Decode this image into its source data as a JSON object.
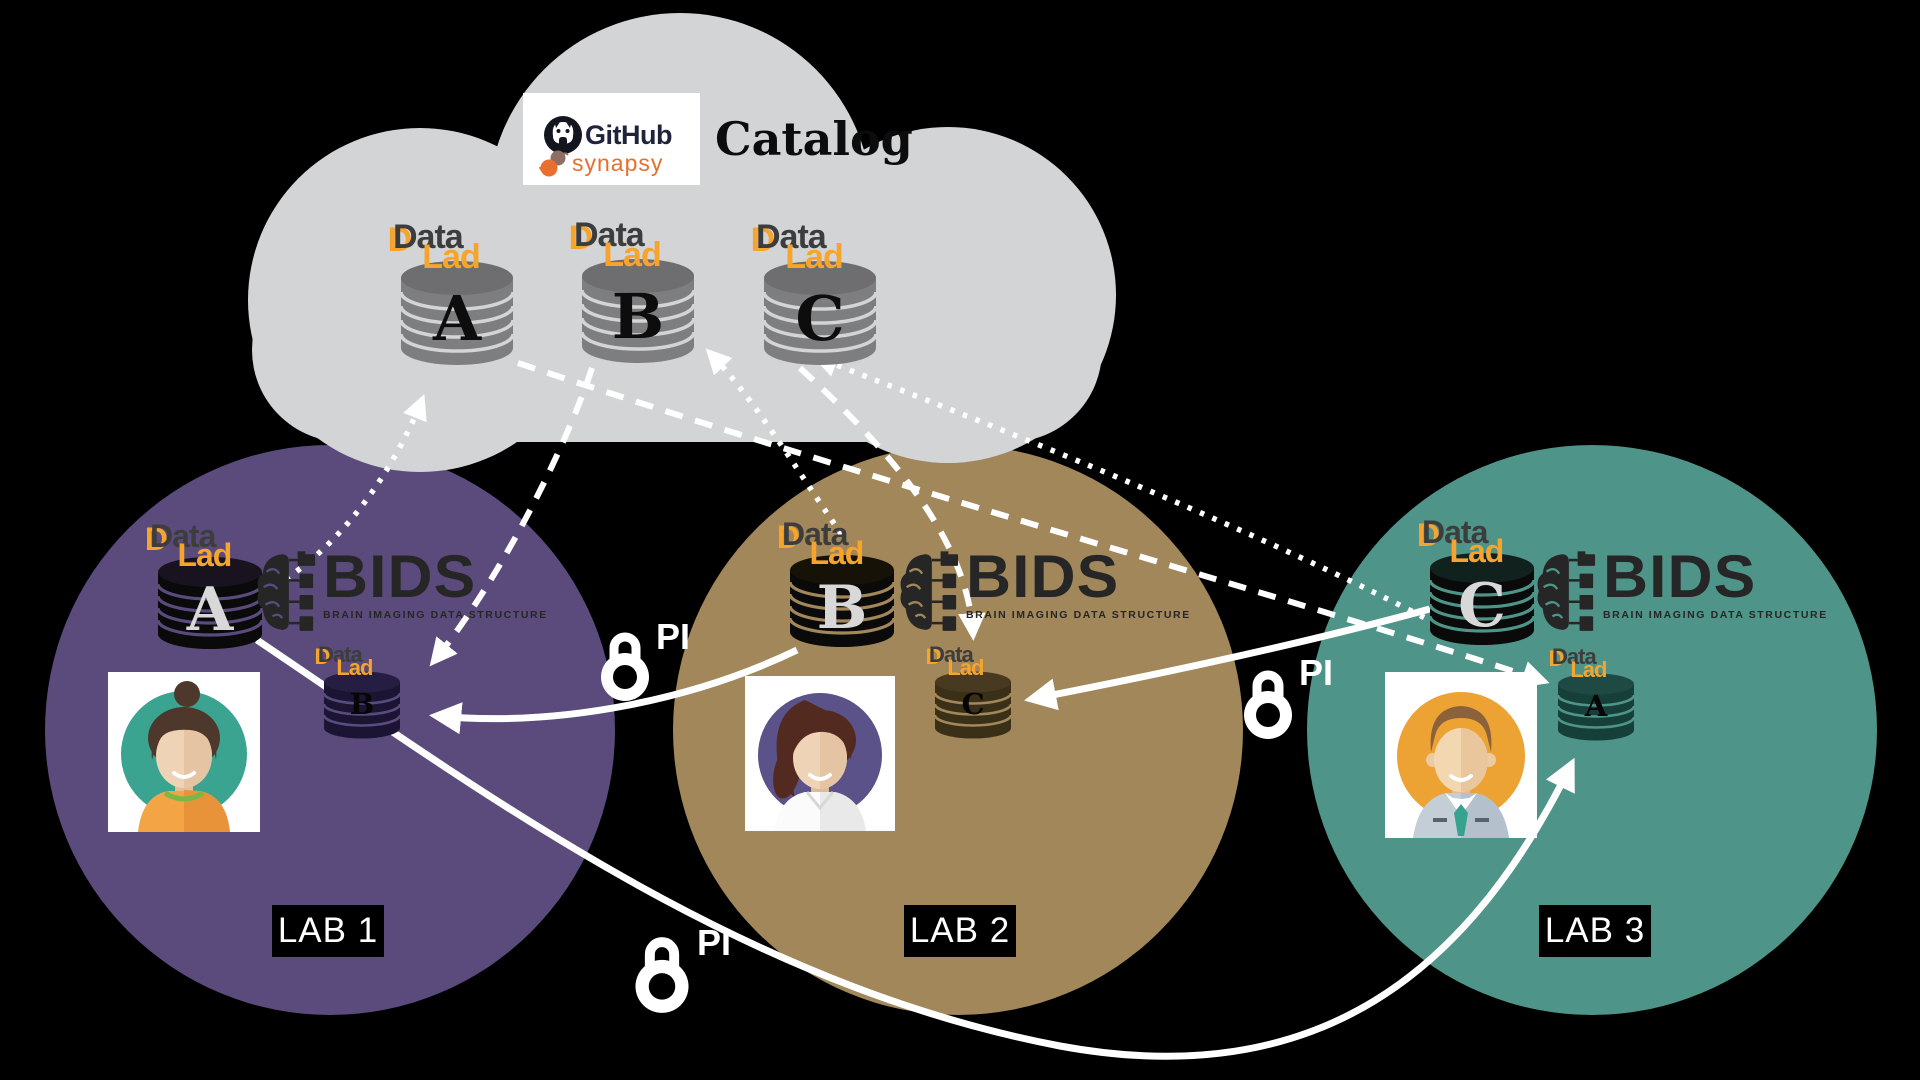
{
  "catalog": {
    "title": "Catalog",
    "github_label": "GitHub",
    "synapsy_label": "synapsy",
    "datasets": [
      {
        "label": "A"
      },
      {
        "label": "B"
      },
      {
        "label": "C"
      }
    ]
  },
  "logos": {
    "datalad_accent": "D",
    "datalad_top": "Data",
    "datalad_bottom": "Lad",
    "bids_word": "BIDS",
    "bids_subtitle": "BRAIN IMAGING DATA STRUCTURE"
  },
  "labs": [
    {
      "name": "LAB 1",
      "dataset": "A",
      "guest_dataset": "B"
    },
    {
      "name": "LAB 2",
      "dataset": "B",
      "guest_dataset": "C"
    },
    {
      "name": "LAB 3",
      "dataset": "C",
      "guest_dataset": "A"
    }
  ],
  "locks": [
    {
      "label": "PI"
    },
    {
      "label": "PI"
    },
    {
      "label": "PI"
    }
  ],
  "arrows": [
    {
      "from": "lab1-dataset-A",
      "to": "catalog-dataset-A",
      "style": "dotted"
    },
    {
      "from": "lab2-dataset-B",
      "to": "catalog-dataset-B",
      "style": "dotted"
    },
    {
      "from": "lab3-dataset-C",
      "to": "catalog-dataset-C",
      "style": "dotted"
    },
    {
      "from": "catalog-dataset-B",
      "to": "lab1-guest-dataset-b",
      "style": "dashed"
    },
    {
      "from": "catalog-dataset-C",
      "to": "lab2-guest-dataset-c",
      "style": "dashed"
    },
    {
      "from": "catalog-dataset-A",
      "to": "lab3-guest-dataset-a",
      "style": "dashed"
    },
    {
      "from": "lab2-dataset-B",
      "to": "lab1-guest-dataset-b",
      "style": "solid-pi"
    },
    {
      "from": "lab3-dataset-C",
      "to": "lab2-guest-dataset-c",
      "style": "solid-pi"
    },
    {
      "from": "lab1-dataset-A",
      "to": "lab3-guest-dataset-a",
      "style": "solid-pi"
    }
  ],
  "icons": {
    "github": "github-octocat-icon",
    "synapsy": "synapse-swirl-icon",
    "bids": "brain-files-icon",
    "lock": "padlock-icon",
    "dataset": "database-stack-icon",
    "lab1_member": "woman-bun-avatar",
    "lab2_member": "woman-ponytail-avatar",
    "lab3_member": "man-tie-avatar"
  },
  "colors": {
    "background": "#000000",
    "lab1": "#5a4b7c",
    "lab2": "#a1875a",
    "lab3": "#4e9488",
    "cloud": "#d3d4d6",
    "datalad_orange": "#f6a42c",
    "synapsy_orange": "#e96f2e",
    "bids_dark": "#262626"
  }
}
